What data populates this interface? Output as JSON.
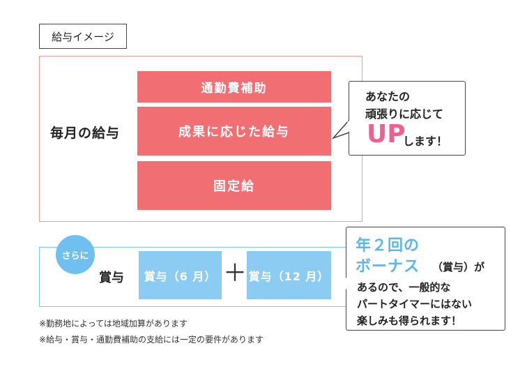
{
  "title": "給与イメージ",
  "monthly": {
    "label": "毎月の給与",
    "blocks": [
      "通勤費補助",
      "成果に応じた給与",
      "固定給"
    ]
  },
  "bubble1": {
    "line1": "あなたの",
    "line2": "頑張りに応じて",
    "up": "UP",
    "after": "します！"
  },
  "bonus": {
    "badge": "さらに",
    "label": "賞与",
    "blocks": [
      "賞与（6 月）",
      "賞与（12 月）"
    ],
    "plus": "＋"
  },
  "bubble2": {
    "line1": "年２回の",
    "line2a": "ボーナス",
    "line2b": "（賞与）が",
    "line3": "あるので、一般的な",
    "line4": "パートタイマーにはない",
    "line5": "楽しみも得られます！"
  },
  "notes": [
    "※勤務地によっては地域加算があります",
    "※給与・賞与・通勤費補助の支給には一定の要件があります"
  ],
  "colors": {
    "pink": "#f16e73",
    "pink_frame": "#f19a9d",
    "up_pink": "#f25f8f",
    "blue": "#8cccf2",
    "blue_frame": "#7ec6ee",
    "blue_text": "#5ab7ea"
  }
}
